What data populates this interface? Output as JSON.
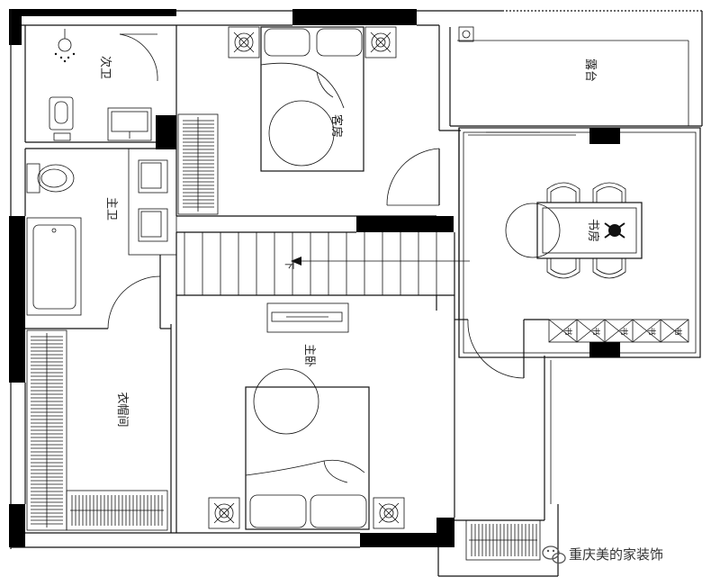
{
  "rooms": {
    "second_bath": "次卫",
    "guest_room": "客房",
    "terrace": "露台",
    "master_bath": "主卫",
    "study": "书房",
    "master_bedroom": "主卧",
    "walk_in_closet": "衣帽间"
  },
  "stair_label": "下",
  "book_labels": [
    "书",
    "书",
    "书",
    "书",
    "书"
  ],
  "watermark": {
    "icon": "wechat-icon",
    "text": "重庆美的家装饰"
  }
}
